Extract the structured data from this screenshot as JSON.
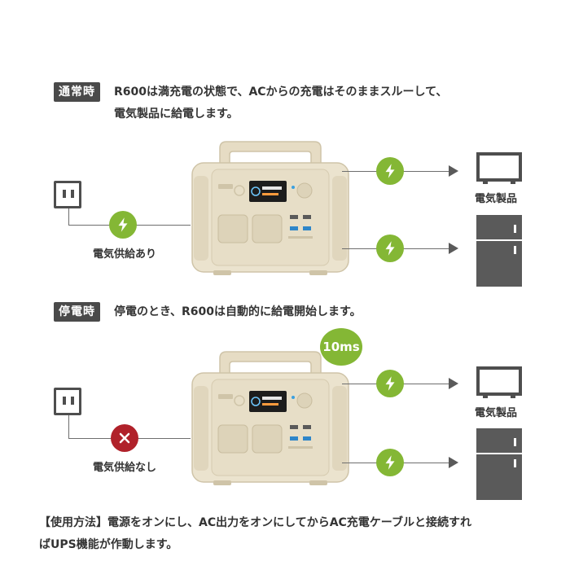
{
  "normal": {
    "tag": "通常時",
    "desc_line1": "R600は満充電の状態で、ACからの充電はそのままスルーして、",
    "desc_line2": "電気製品に給電します。",
    "supply_label": "電気供給あり",
    "appliance_label": "電気製品"
  },
  "outage": {
    "tag": "停電時",
    "desc": "停電のとき、R600は自動的に給電開始します。",
    "switch_time": "10ms",
    "supply_label": "電気供給なし",
    "appliance_label": "電気製品"
  },
  "footer": {
    "line1": "【使用方法】電源をオンにし、AC出力をオンにしてからAC充電ケーブルと接続すれ",
    "line2": "ばUPS機能が作動します。"
  },
  "colors": {
    "accent_green": "#84b735",
    "alert_red": "#b0212a",
    "dark_gray": "#4a4a4a",
    "station_beige": "#e8e0cb"
  },
  "icons": [
    "wall-outlet-icon",
    "lightning-bolt-icon",
    "cross-icon",
    "arrow-right-icon",
    "tv-icon",
    "refrigerator-icon",
    "power-station-image"
  ]
}
